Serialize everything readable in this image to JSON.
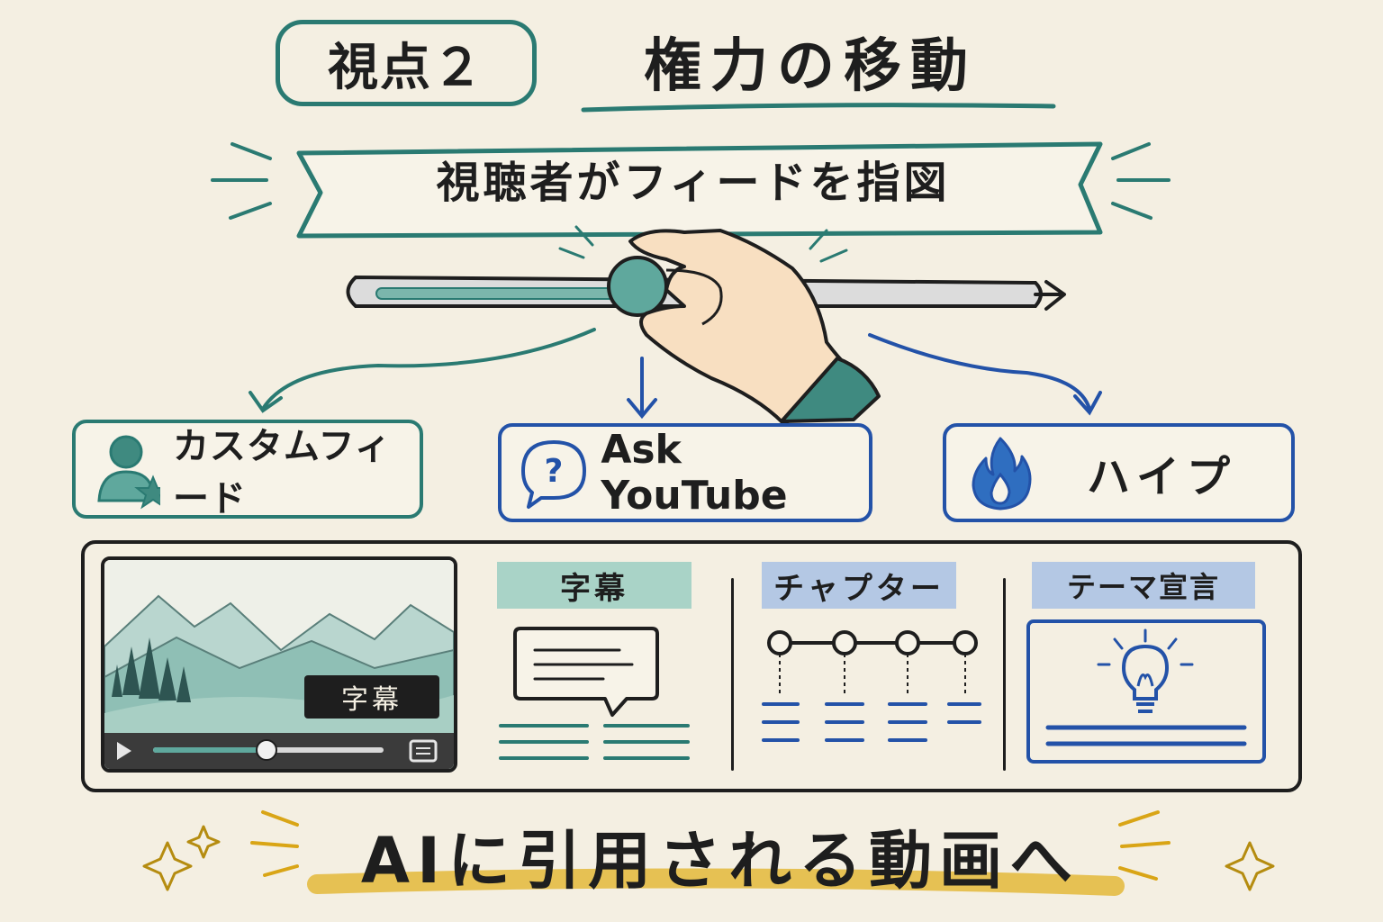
{
  "header": {
    "tag": "視点２",
    "title": "権力の移動"
  },
  "banner": {
    "text": "視聴者がフィードを指図"
  },
  "options": {
    "custom_feed": "カスタムフィード",
    "ask_youtube": "Ask YouTube",
    "hype": "ハイプ"
  },
  "panel": {
    "video_caption": "字幕",
    "subtitles_heading": "字幕",
    "chapters_heading": "チャプター",
    "theme_heading": "テーマ宣言"
  },
  "footer": {
    "text": "AIに引用される動画へ"
  },
  "colors": {
    "background": "#f4efe2",
    "teal": "#2a7a72",
    "blue": "#2352a8",
    "gold": "#e3b93a",
    "ink": "#1e1e1e"
  }
}
